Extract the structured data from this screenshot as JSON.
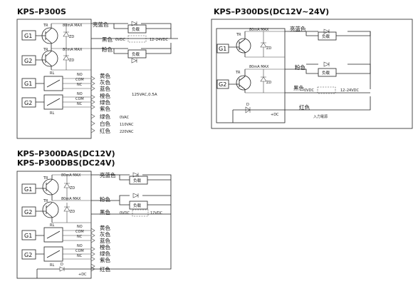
{
  "d1": {
    "title": "KPS–P300S",
    "g1": "G1",
    "g2": "G2",
    "rl_g1": "G1",
    "rl_g2": "G2",
    "tr1": "TR",
    "tr2": "TR",
    "rl_lbl": "RL",
    "rl_lbl2": "RL",
    "ma1": "80mA MAX",
    "ma2": "80mA MAX",
    "zd1": "ZD",
    "zd2": "ZD",
    "wire_blue": "亮蓝色",
    "wire_black": "黑色",
    "wire_pink": "粉色",
    "load1": "负载",
    "load2": "负载",
    "v0": "0VDC",
    "v12": "12–24VDC",
    "no1": "NO",
    "com1": "COM",
    "nc1": "NC",
    "no2": "NO",
    "com2": "COM",
    "nc2": "NC",
    "c_yellow": "黄色",
    "c_gray": "灰色",
    "c_blue": "蓝色",
    "c_orange": "橙色",
    "c_green": "绿色",
    "c_purple": "紫色",
    "c_green2": "绿色",
    "c_white": "白色",
    "c_red": "红色",
    "relay_rating": "125VAC,0.5A",
    "ac0": "0VAC",
    "ac110": "110VAC",
    "ac220": "220VAC"
  },
  "d2": {
    "title": "KPS–P300DS(DC12V∼24V)",
    "g1": "G1",
    "g2": "G2",
    "tr1": "TR",
    "tr2": "TR",
    "ma1": "80mA MAX",
    "ma2": "80mA MAX",
    "zd1": "ZD",
    "zd2": "ZD",
    "wire_blue": "亮蓝色",
    "wire_pink": "粉色",
    "wire_black": "黑色",
    "wire_red": "红色",
    "load1": "负载",
    "load2": "负载",
    "v0": "0VDC",
    "v12": "12–24VDC",
    "d": "D",
    "plus": "+DC",
    "input": "入力電源"
  },
  "d3": {
    "title1": "KPS–P300DAS(DC12V)",
    "title2": "KPS–P300DBS(DC24V)",
    "g1": "G1",
    "g2": "G2",
    "rl_g1": "G1",
    "rl_g2": "G2",
    "tr1": "TR",
    "tr2": "TR",
    "rl_lbl": "RL",
    "rl_lbl2": "RL",
    "ma1": "80mA MAX",
    "ma2": "80mA MAX",
    "zd1": "ZD",
    "zd2": "ZD",
    "wire_blue": "亮蓝色",
    "wire_pink": "粉色",
    "wire_black": "黑色",
    "load1": "负载",
    "load2": "负载",
    "v0": "0VDC",
    "v12": "12VDC",
    "no1": "NO",
    "com1": "COM",
    "nc1": "NC",
    "no2": "NO",
    "com2": "COM",
    "nc2": "NC",
    "c_yellow": "黄色",
    "c_gray": "灰色",
    "c_blue": "蓝色",
    "c_orange": "橙色",
    "c_green": "绿色",
    "c_purple": "紫色",
    "wire_red": "红色",
    "d": "D",
    "plus": "+DC"
  }
}
